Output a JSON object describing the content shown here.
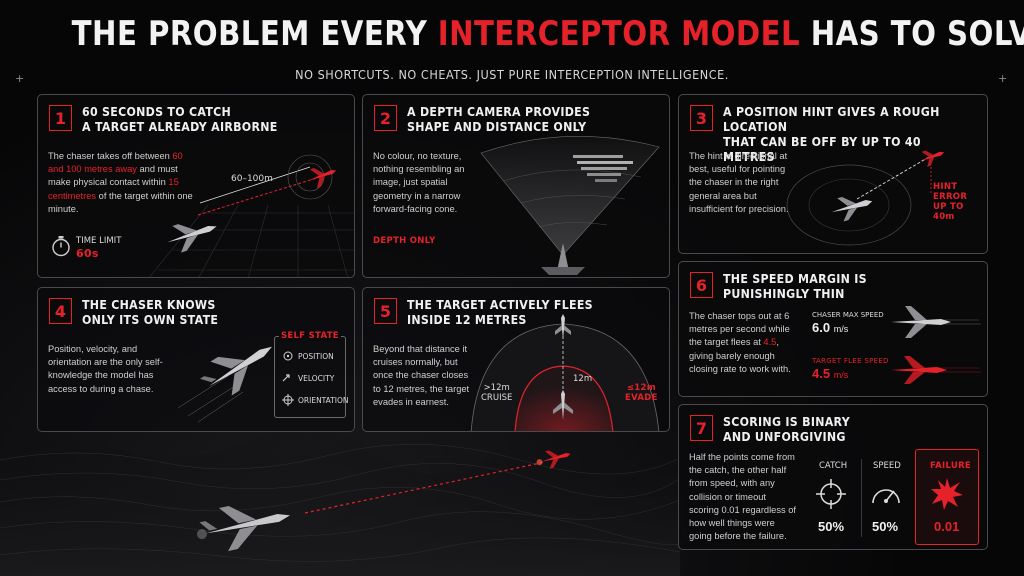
{
  "header": {
    "title_prefix": "THE PROBLEM EVERY ",
    "title_accent": "INTERCEPTOR MODEL",
    "title_suffix": " HAS TO SOLVE",
    "subtitle": "NO SHORTCUTS. NO CHEATS. JUST PURE INTERCEPTION INTELLIGENCE."
  },
  "colors": {
    "accent": "#e5222a",
    "panel_border": "#4a4a4e",
    "background": "#060607"
  },
  "panels": {
    "p1": {
      "number": "1",
      "title": "60 SECONDS TO CATCH\nA TARGET ALREADY AIRBORNE",
      "text_a": "The chaser takes off between ",
      "text_hl1": "60 and 100 metres away",
      "text_b": " and must make physical contact within ",
      "text_hl2": "15 centimetres",
      "text_c": " of the target within one minute.",
      "distance_label": "60–100m",
      "time_limit_label": "TIME LIMIT",
      "time_limit_value": "60s",
      "icon": "stopwatch-icon"
    },
    "p2": {
      "number": "2",
      "title": "A DEPTH CAMERA PROVIDES\nSHAPE AND DISTANCE ONLY",
      "text": "No colour, no texture, nothing resembling an image, just spatial geometry in a narrow forward-facing cone.",
      "tag": "DEPTH ONLY"
    },
    "p3": {
      "number": "3",
      "title": "A POSITION HINT GIVES A ROUGH LOCATION\nTHAT CAN BE OFF BY UP TO 40 METRES",
      "text": "The hint is directional at best, useful for pointing the chaser in the right general area but insufficient for precision.",
      "error_label": "HINT ERROR\nUP TO 40m"
    },
    "p4": {
      "number": "4",
      "title": "THE CHASER KNOWS\nONLY ITS OWN STATE",
      "text": "Position, velocity, and orientation are the only self-knowledge the model has access to during a chase.",
      "self_state_title": "SELF STATE",
      "self_state_items": [
        "POSITION",
        "VELOCITY",
        "ORIENTATION"
      ]
    },
    "p5": {
      "number": "5",
      "title": "THE TARGET ACTIVELY FLEES\nINSIDE 12 METRES",
      "text": "Beyond that distance it cruises normally, but once the chaser closes to 12 metres, the target evades in earnest.",
      "cruise_label": ">12m\nCRUISE",
      "radius_label": "12m",
      "evade_label": "≤12m\nEVADE"
    },
    "p6": {
      "number": "6",
      "title": "THE SPEED MARGIN IS\nPUNISHINGLY THIN",
      "text_a": "The chaser tops out at 6 metres per second while the target flees at ",
      "text_hl": "4.5",
      "text_b": ", giving barely enough closing rate to work with.",
      "chaser_label": "CHASER MAX SPEED",
      "chaser_value": "6.0",
      "target_label": "TARGET FLEE SPEED",
      "target_value": "4.5",
      "unit": "m/s"
    },
    "p7": {
      "number": "7",
      "title": "SCORING IS BINARY\nAND UNFORGIVING",
      "text": "Half the points come from the catch, the other half from speed, with any collision or timeout scoring 0.01 regardless of how well things were going before the failure.",
      "catch_label": "CATCH",
      "catch_value": "50%",
      "speed_label": "SPEED",
      "speed_value": "50%",
      "failure_label": "FAILURE",
      "failure_value": "0.01"
    }
  }
}
